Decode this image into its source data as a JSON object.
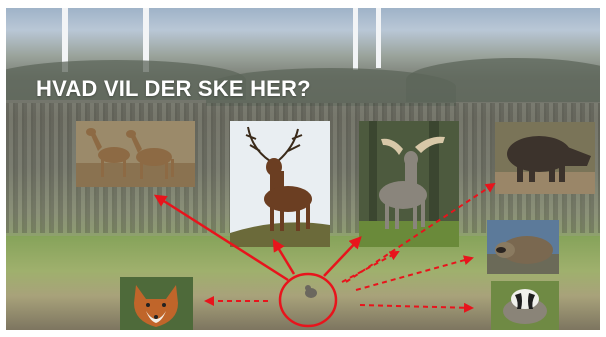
{
  "title": "HVAD VIL DER SKE HER?",
  "colors": {
    "title": "#ffffff",
    "arrow": "#e8141c"
  },
  "animals": [
    {
      "id": "roe-deer",
      "kind": "roe deer (two)"
    },
    {
      "id": "red-deer",
      "kind": "red deer stag"
    },
    {
      "id": "fallow-deer",
      "kind": "fallow deer"
    },
    {
      "id": "wild-boar",
      "kind": "wild boar"
    },
    {
      "id": "raccoon-dog",
      "kind": "raccoon dog"
    },
    {
      "id": "badger",
      "kind": "badger"
    },
    {
      "id": "fox",
      "kind": "red fox"
    },
    {
      "id": "field-animal",
      "kind": "small animal in field"
    }
  ],
  "arrows": {
    "solid_to": [
      "roe-deer",
      "red-deer",
      "fallow-deer"
    ],
    "dashed_to": [
      "wild-boar",
      "raccoon-dog",
      "badger",
      "fox",
      "fallow-deer"
    ]
  }
}
